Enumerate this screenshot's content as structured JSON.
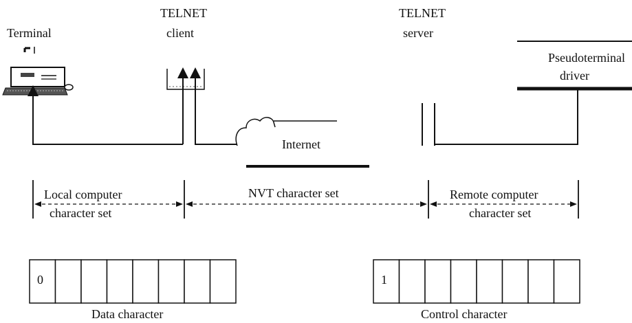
{
  "labels": {
    "terminal": "Terminal",
    "telnet_client_line1": "TELNET",
    "telnet_client_line2": "client",
    "telnet_server_line1": "TELNET",
    "telnet_server_line2": "server",
    "pseudo_line1": "Pseudoterminal",
    "pseudo_line2": "driver",
    "internet": "Internet"
  },
  "ranges": {
    "local_line1": "Local computer",
    "local_line2": "character set",
    "nvt": "NVT character set",
    "remote_line1": "Remote computer",
    "remote_line2": "character set"
  },
  "formats": [
    {
      "caption": "Data character",
      "first_bit": "0"
    },
    {
      "caption": "Control character",
      "first_bit": "1"
    }
  ],
  "icons": {
    "terminal": "computer-terminal-icon",
    "client": "telnet-client-box-icon",
    "cloud": "internet-cloud-icon"
  }
}
